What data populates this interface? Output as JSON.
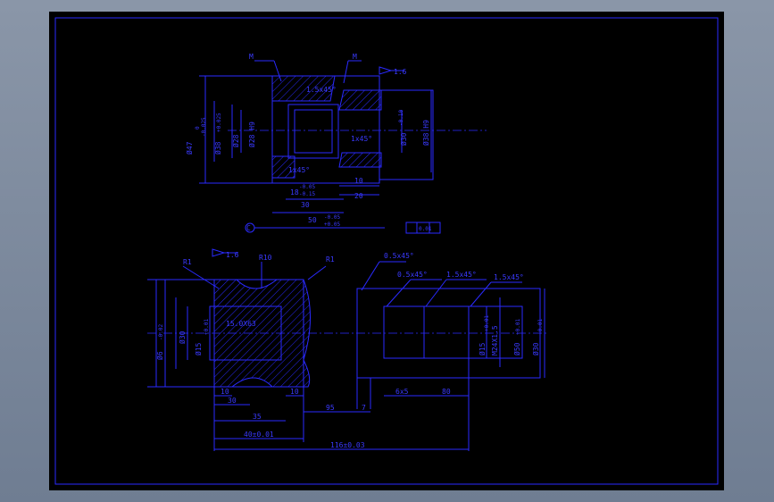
{
  "colors": {
    "frame_bg": "#7d8aa0",
    "sheet_bg": "#000000",
    "line": "#2a2aff"
  },
  "top_view": {
    "labels": {
      "m_left": "M",
      "m_right": "M",
      "rough_top": "1.6",
      "chamfer_top": "1.5x45°",
      "chamfer_mid": "1x45°",
      "chamfer_bot": "1x45°",
      "d47": "Ø47",
      "d47_tol_up": "0",
      "d47_tol_dn": "-0.025",
      "d38": "Ø38",
      "d38_tol": "+0.025",
      "d28": "Ø28",
      "d28b": "Ø28 H9",
      "d30": "Ø30",
      "d30_tol": "-0.10",
      "d38r": "Ø38 H9",
      "dim_10": "10",
      "dim_18": "18",
      "dim_18_tol_up": "-0.05",
      "dim_18_tol_dn": "-0.15",
      "dim_20": "20",
      "dim_30": "30",
      "dim_50": "50",
      "dim_50_tol_up": "-0.05",
      "dim_50_tol_dn": "+0.05",
      "datum": "C",
      "fcf": "0.01"
    }
  },
  "bottom_view": {
    "labels": {
      "rough": "1.6",
      "r10": "R10",
      "r1": "R1",
      "r1b": "R1",
      "ch1": "0.5x45°",
      "ch2": "0.5x45°",
      "ch3": "1.5x45°",
      "ch4": "1.5x45°",
      "thread": "15.0X63",
      "d6": "Ø6",
      "d6_tol": "-0.02",
      "d30": "Ø30",
      "d15": "Ø15",
      "d15_tol": "+0.01",
      "d15r": "Ø15",
      "d15r_tol": "+0.01",
      "d50": "Ø50",
      "d50_tol": "+0.01",
      "m24": "M24X1.5",
      "d30r": "Ø30",
      "d30r_tol": "-0.01",
      "dim_10a": "10",
      "dim_10b": "10",
      "dim_30": "30",
      "dim_35": "35",
      "dim_95": "95",
      "dim_7": "7",
      "dim_6x5": "6x5",
      "dim_80": "80",
      "dim_40": "40±0.01",
      "dim_116": "116±0.03"
    }
  }
}
